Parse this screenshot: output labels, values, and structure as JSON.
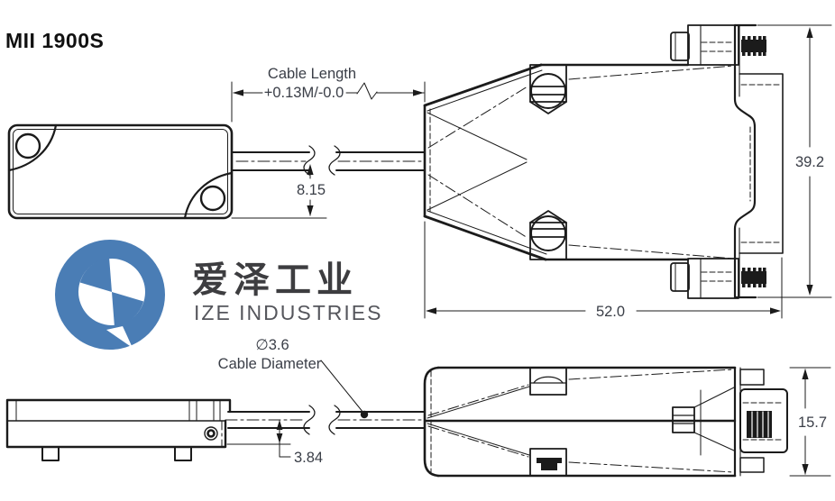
{
  "title": "MII 1900S",
  "watermark": {
    "cn": "爱泽工业",
    "en": "IZE INDUSTRIES"
  },
  "dims": {
    "cable_length_1": "Cable Length",
    "cable_length_2": "+0.13M/-0.0",
    "front_cable_offset": "8.15",
    "height": "39.2",
    "length": "52.0",
    "cable_dia": "∅3.6",
    "cable_dia_label": "Cable Diameter",
    "side_cable_offset": "3.84",
    "thickness": "15.7"
  },
  "colors": {
    "line": "#1b1b1b",
    "dim_text": "#3a3e47",
    "logo_blue": "#4a7db5",
    "cn_text": "#3d3d40",
    "en_text": "#55565c"
  }
}
